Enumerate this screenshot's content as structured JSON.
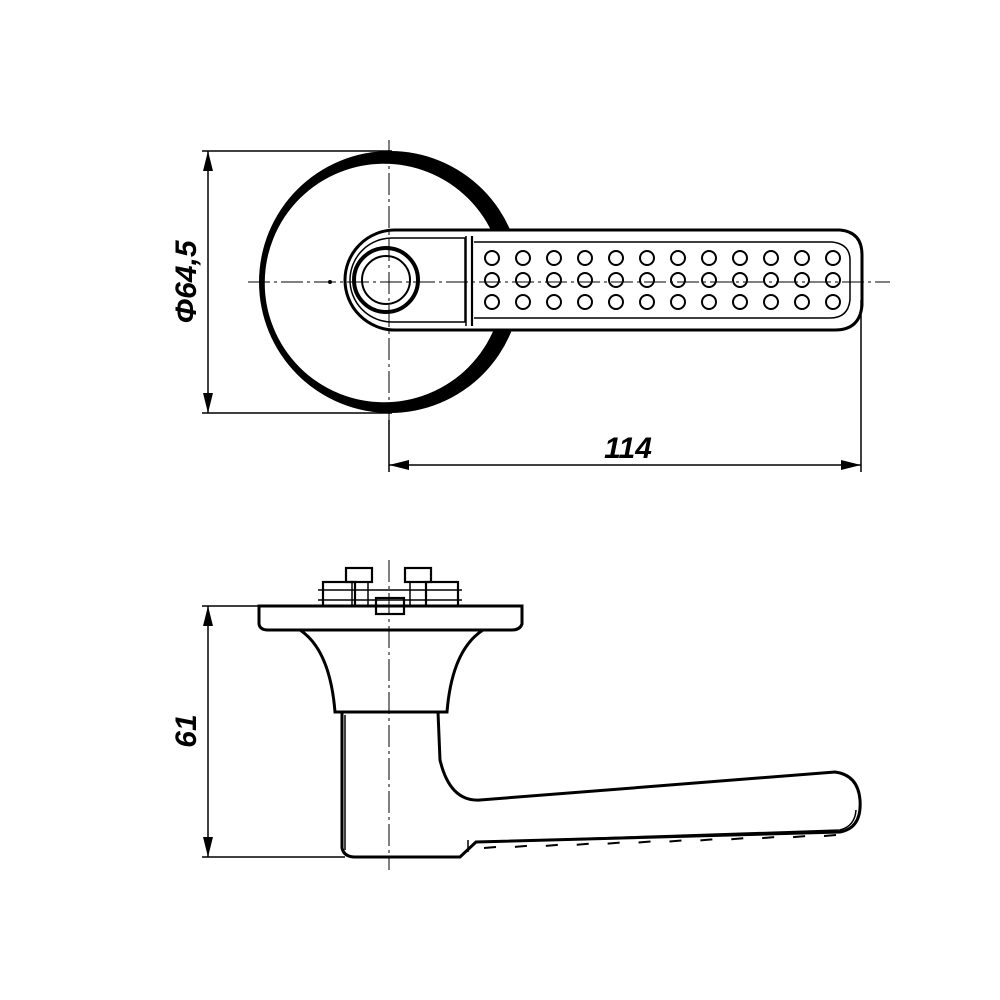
{
  "drawing": {
    "dimensions": {
      "diameter": "Φ64,5",
      "length": "114",
      "height": "61"
    },
    "colors": {
      "line": "#000000",
      "background": "#ffffff"
    },
    "grip": {
      "rows": 3,
      "columns": 12
    }
  }
}
